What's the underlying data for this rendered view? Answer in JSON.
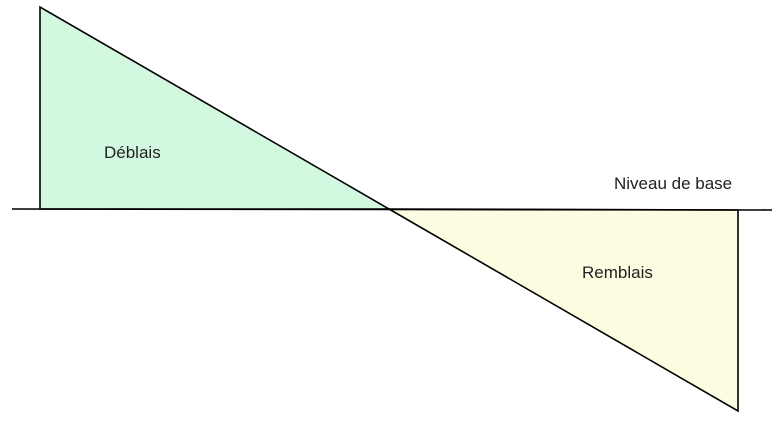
{
  "diagram": {
    "cut_label": "Déblais",
    "fill_label": "Remblais",
    "base_label": "Niveau de base"
  },
  "colors": {
    "cut_fill": "#d2f9e0",
    "fill_fill": "#fcfde0",
    "line": "#000000",
    "text": "#222222"
  }
}
